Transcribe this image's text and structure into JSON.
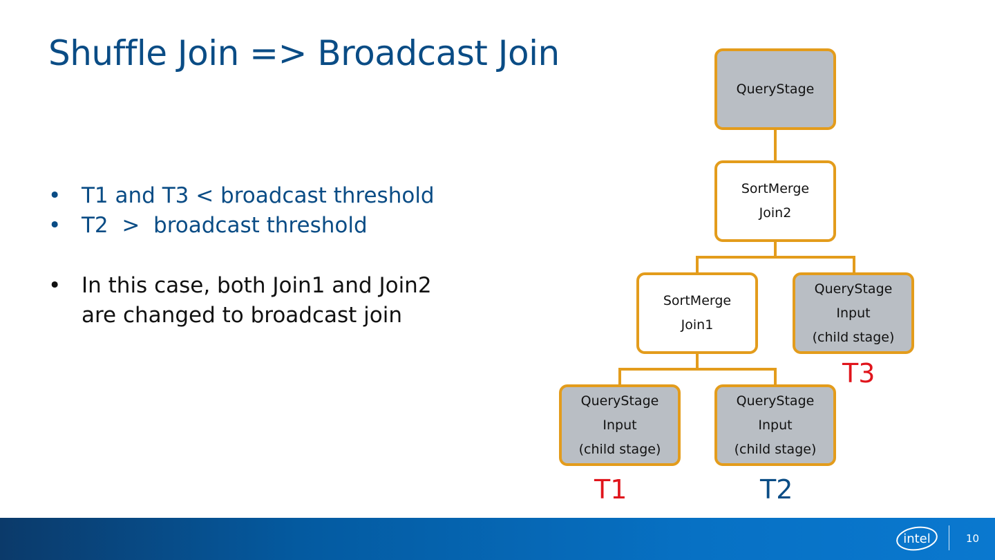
{
  "slide": {
    "title": "Shuffle Join => Broadcast Join",
    "bullets": [
      {
        "marker": "•",
        "text": "T1 and T3 < broadcast threshold"
      },
      {
        "marker": "•",
        "text": "T2  >  broadcast threshold"
      },
      {
        "marker": "•",
        "line1": "In this case, both Join1 and Join2",
        "line2": "are changed to broadcast join"
      }
    ]
  },
  "diagram": {
    "nodes": {
      "root": {
        "line1": "QueryStage"
      },
      "join2": {
        "line1": "SortMerge",
        "line2": "Join2"
      },
      "join1": {
        "line1": "SortMerge",
        "line2": "Join1"
      },
      "t3": {
        "line1": "QueryStage",
        "line2": "Input",
        "line3": "(child stage)"
      },
      "t1": {
        "line1": "QueryStage",
        "line2": "Input",
        "line3": "(child stage)"
      },
      "t2": {
        "line1": "QueryStage",
        "line2": "Input",
        "line3": "(child stage)"
      }
    },
    "labels": {
      "t1": "T1",
      "t2": "T2",
      "t3": "T3"
    },
    "colors": {
      "border": "#e39c1c",
      "stage_fill": "#b9bec4",
      "red": "#e0151c",
      "blue": "#0a4c85"
    }
  },
  "footer": {
    "logo": "intel",
    "page_number": "10"
  }
}
